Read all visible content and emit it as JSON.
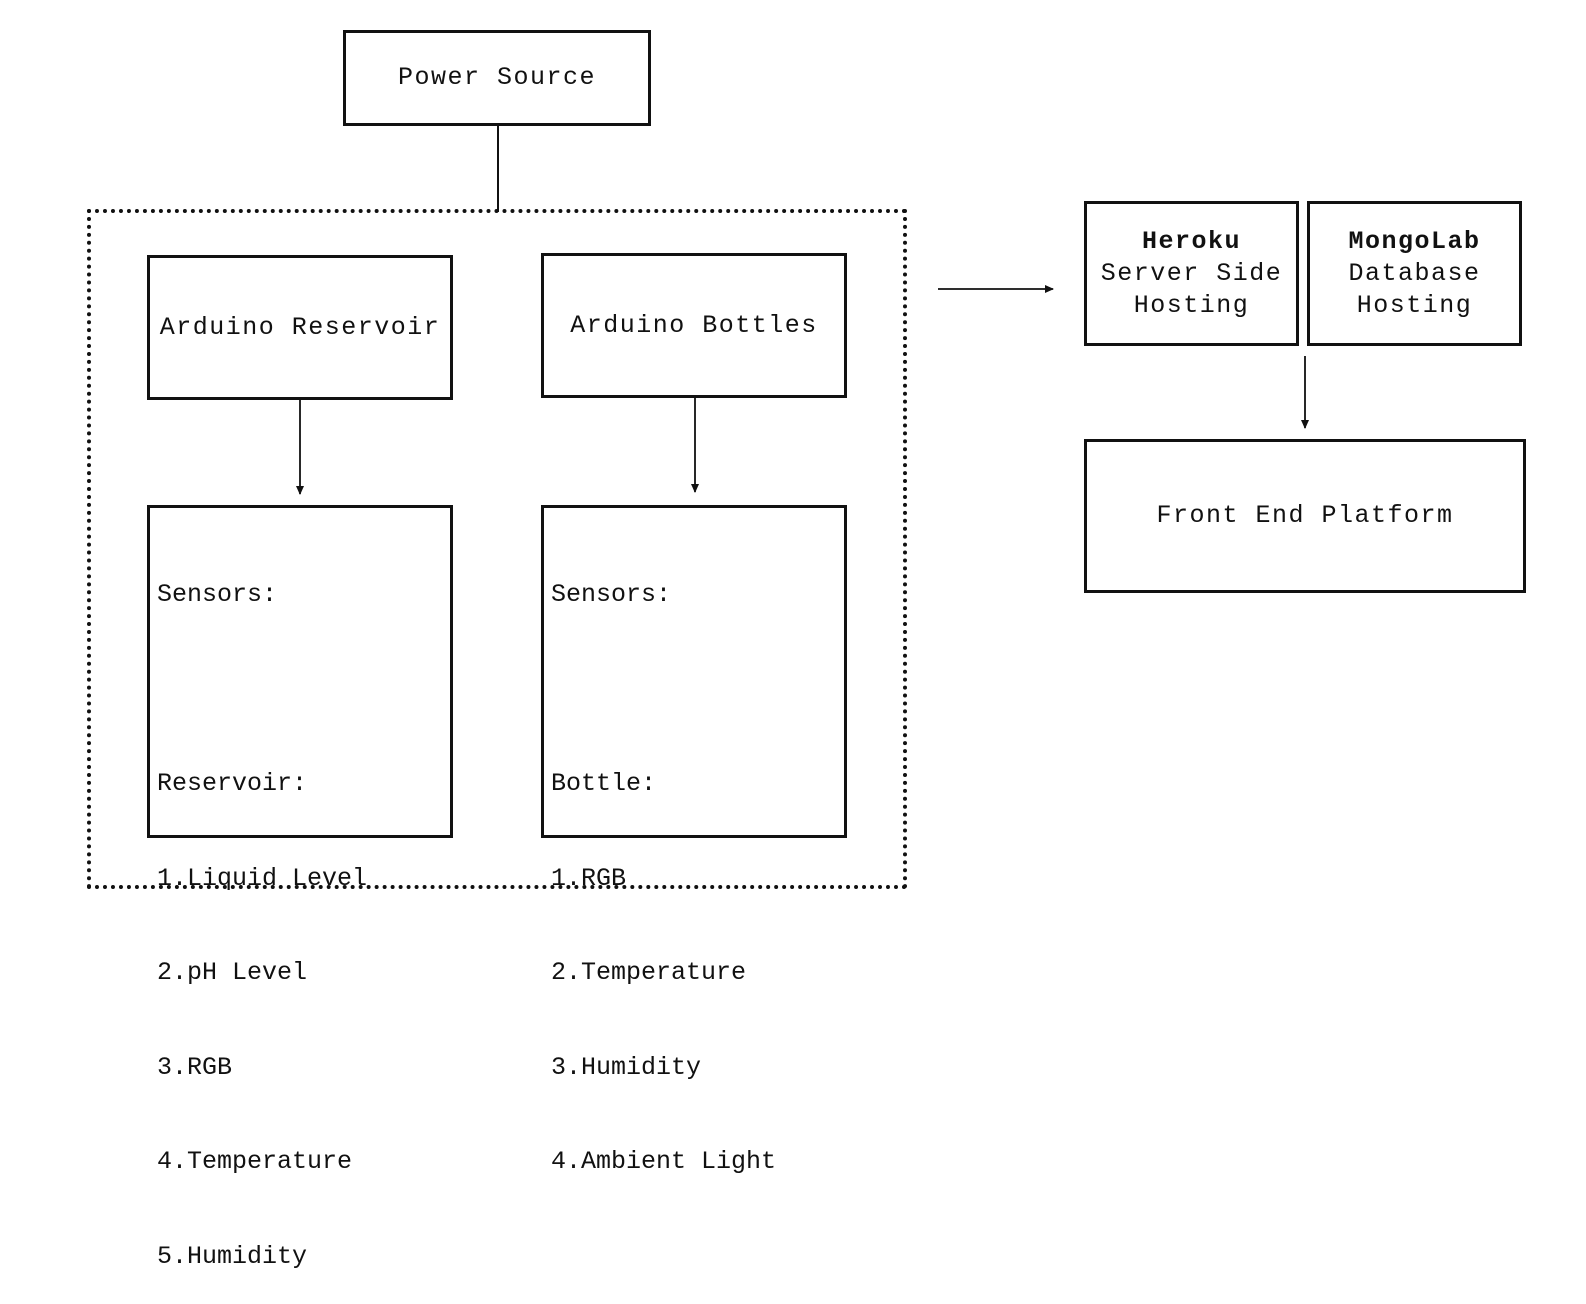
{
  "power_source": {
    "label": "Power Source"
  },
  "arduino_reservoir": {
    "label": "Arduino Reservoir",
    "sensors_title": "Sensors:",
    "group": "Reservoir:",
    "items": [
      "1.Liquid Level",
      "2.pH Level",
      "3.RGB",
      "4.Temperature",
      "5.Humidity"
    ]
  },
  "arduino_bottles": {
    "label": "Arduino Bottles",
    "sensors_title": "Sensors:",
    "group": "Bottle:",
    "items": [
      "1.RGB",
      "2.Temperature",
      "3.Humidity",
      "4.Ambient Light"
    ]
  },
  "heroku": {
    "name": "Heroku",
    "line1": "Server Side",
    "line2": "Hosting"
  },
  "mongolab": {
    "name": "MongoLab",
    "line1": "Database",
    "line2": "Hosting"
  },
  "front_end": {
    "label": "Front End Platform"
  }
}
